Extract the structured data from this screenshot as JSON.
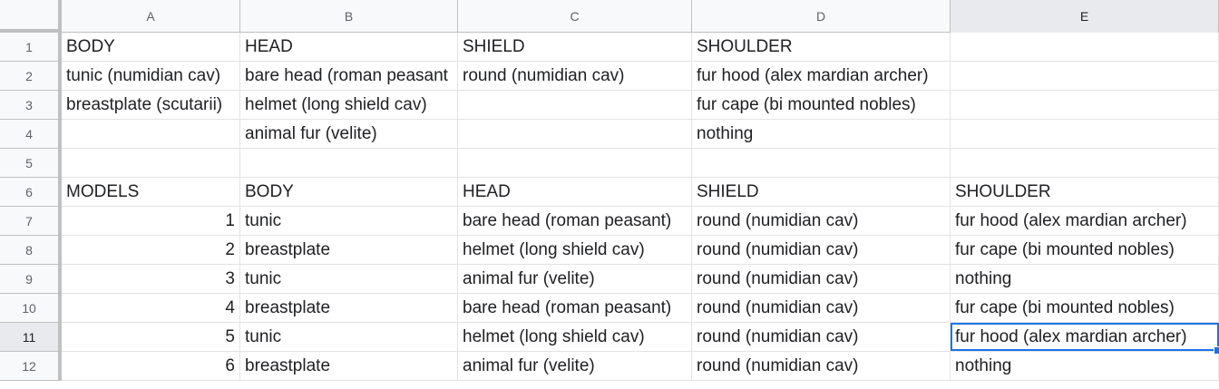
{
  "columns": [
    "A",
    "B",
    "C",
    "D",
    "E"
  ],
  "row_numbers": [
    "1",
    "2",
    "3",
    "4",
    "5",
    "6",
    "7",
    "8",
    "9",
    "10",
    "11",
    "12"
  ],
  "rows": [
    [
      "BODY",
      "HEAD",
      "SHIELD",
      "SHOULDER",
      ""
    ],
    [
      "tunic (numidian cav)",
      "bare head (roman peasant",
      "round (numidian cav)",
      "fur hood (alex mardian archer)",
      ""
    ],
    [
      "breastplate (scutarii)",
      "helmet (long shield cav)",
      "",
      "fur cape (bi mounted nobles)",
      ""
    ],
    [
      "",
      "animal fur (velite)",
      "",
      "nothing",
      ""
    ],
    [
      "",
      "",
      "",
      "",
      ""
    ],
    [
      "MODELS",
      "BODY",
      "HEAD",
      "SHIELD",
      "SHOULDER"
    ],
    [
      "1",
      "tunic",
      "bare head (roman peasant)",
      "round (numidian cav)",
      "fur hood (alex mardian archer)"
    ],
    [
      "2",
      "breastplate",
      "helmet (long shield cav)",
      "round (numidian cav)",
      "fur cape (bi mounted nobles)"
    ],
    [
      "3",
      "tunic",
      "animal fur (velite)",
      "round (numidian cav)",
      "nothing"
    ],
    [
      "4",
      "breastplate",
      "bare head (roman peasant)",
      "round (numidian cav)",
      "fur cape (bi mounted nobles)"
    ],
    [
      "5",
      "tunic",
      "helmet (long shield cav)",
      "round (numidian cav)",
      "fur hood (alex mardian archer)"
    ],
    [
      "6",
      "breastplate",
      "animal fur (velite)",
      "round (numidian cav)",
      "nothing"
    ]
  ],
  "selection": {
    "active_cell": "E11",
    "selected_column": "E",
    "selected_row": "11"
  },
  "colors": {
    "selection_accent": "#1a73e8",
    "header_bg": "#f8f9fa",
    "selected_header_bg": "#e8eaed",
    "gridline": "#e2e3e3"
  }
}
